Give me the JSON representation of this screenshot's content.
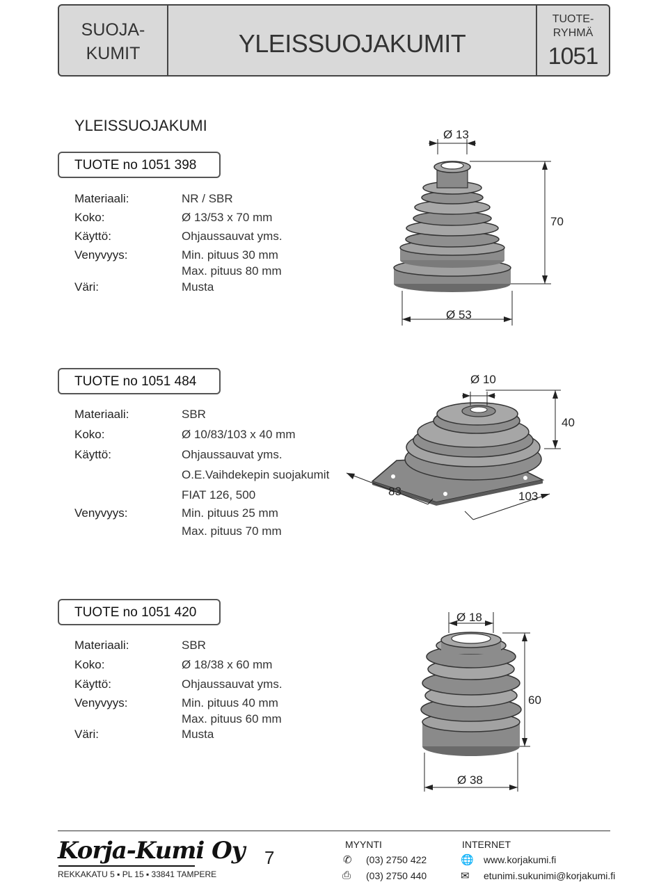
{
  "header": {
    "left_line1": "SUOJA-",
    "left_line2": "KUMIT",
    "title": "YLEISSUOJAKUMIT",
    "group_line1": "TUOTE-",
    "group_line2": "RYHMÄ",
    "group_number": "1051"
  },
  "section_title": "YLEISSUOJAKUMI",
  "products": [
    {
      "title": "TUOTE no  1051 398",
      "rows": [
        {
          "label": "Materiaali:",
          "value": "NR / SBR"
        },
        {
          "label": "Koko:",
          "value": "Ø  13/53 x 70 mm"
        },
        {
          "label": "Käyttö:",
          "value": "Ohjaussauvat  yms."
        },
        {
          "label": "Venyvyys:",
          "value": "Min. pituus  30 mm"
        },
        {
          "label": "",
          "value": "Max. pituus 80 mm"
        },
        {
          "label": "Väri:",
          "value": "Musta"
        }
      ],
      "dims": {
        "top": "Ø 13",
        "height": "70",
        "bottom": "Ø 53"
      }
    },
    {
      "title": "TUOTE no  1051 484",
      "rows": [
        {
          "label": "Materiaali:",
          "value": "SBR"
        },
        {
          "label": "Koko:",
          "value": "Ø  10/83/103 x 40 mm"
        },
        {
          "label": "Käyttö:",
          "value": "Ohjaussauvat  yms."
        },
        {
          "label": "",
          "value": "O.E.Vaihdekepin suojakumit"
        },
        {
          "label": "",
          "value": "FIAT 126, 500"
        },
        {
          "label": "Venyvyys:",
          "value": "Min. pituus 25 mm"
        },
        {
          "label": "",
          "value": "Max. pituus 70 mm"
        }
      ],
      "dims": {
        "top": "Ø 10",
        "height": "40",
        "left": "83",
        "right": "103"
      }
    },
    {
      "title": "TUOTE no  1051 420",
      "rows": [
        {
          "label": "Materiaali:",
          "value": "SBR"
        },
        {
          "label": "Koko:",
          "value": "Ø  18/38 x 60 mm"
        },
        {
          "label": "Käyttö:",
          "value": "Ohjaussauvat  yms."
        },
        {
          "label": "Venyvyys:",
          "value": "Min. pituus  40 mm"
        },
        {
          "label": "",
          "value": "Max. pituus 60 mm"
        },
        {
          "label": "Väri:",
          "value": "Musta"
        }
      ],
      "dims": {
        "top": "Ø 18",
        "height": "60",
        "bottom": "Ø 38"
      }
    }
  ],
  "footer": {
    "logo": "Korja-Kumi Oy",
    "address": "REKKAKATU 5  ▪  PL 15  ▪  33841 TAMPERE",
    "page_number": "7",
    "sales_heading": "MYYNTI",
    "phone": "(03) 2750 422",
    "fax": "(03) 2750 440",
    "internet_heading": "INTERNET",
    "website": "www.korjakumi.fi",
    "email": "etunimi.sukunimi@korjakumi.fi"
  },
  "icons": {
    "phone": "phone-icon",
    "fax": "fax-icon",
    "web": "globe-icon",
    "mail": "mail-icon"
  },
  "colors": {
    "header_bg": "#d9d9d9",
    "rubber": "#8a8a8a",
    "rubber_dark": "#555555"
  }
}
